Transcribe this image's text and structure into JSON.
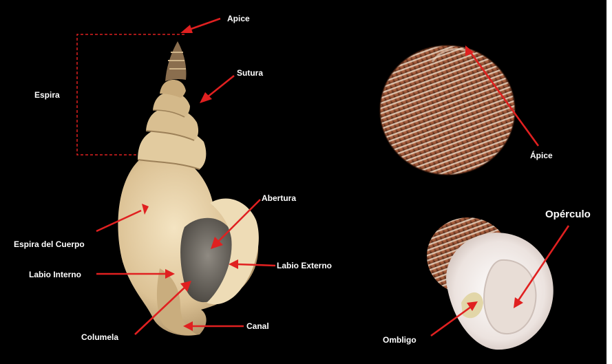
{
  "labels": {
    "apice": "Apice",
    "sutura": "Sutura",
    "espira": "Espira",
    "espira_cuerpo": "Espira del Cuerpo",
    "abertura": "Abertura",
    "labio_interno": "Labio Interno",
    "labio_externo": "Labio Externo",
    "columela": "Columela",
    "canal": "Canal",
    "apice_acento": "Ápice",
    "operculo": "Opérculo",
    "ombligo": "Ombligo"
  },
  "colors": {
    "background": "#000000",
    "arrow": "#e02020",
    "label": "#ffffff",
    "shell_cream": "#e6cfa4",
    "shell_brown": "#8a4a2e"
  }
}
